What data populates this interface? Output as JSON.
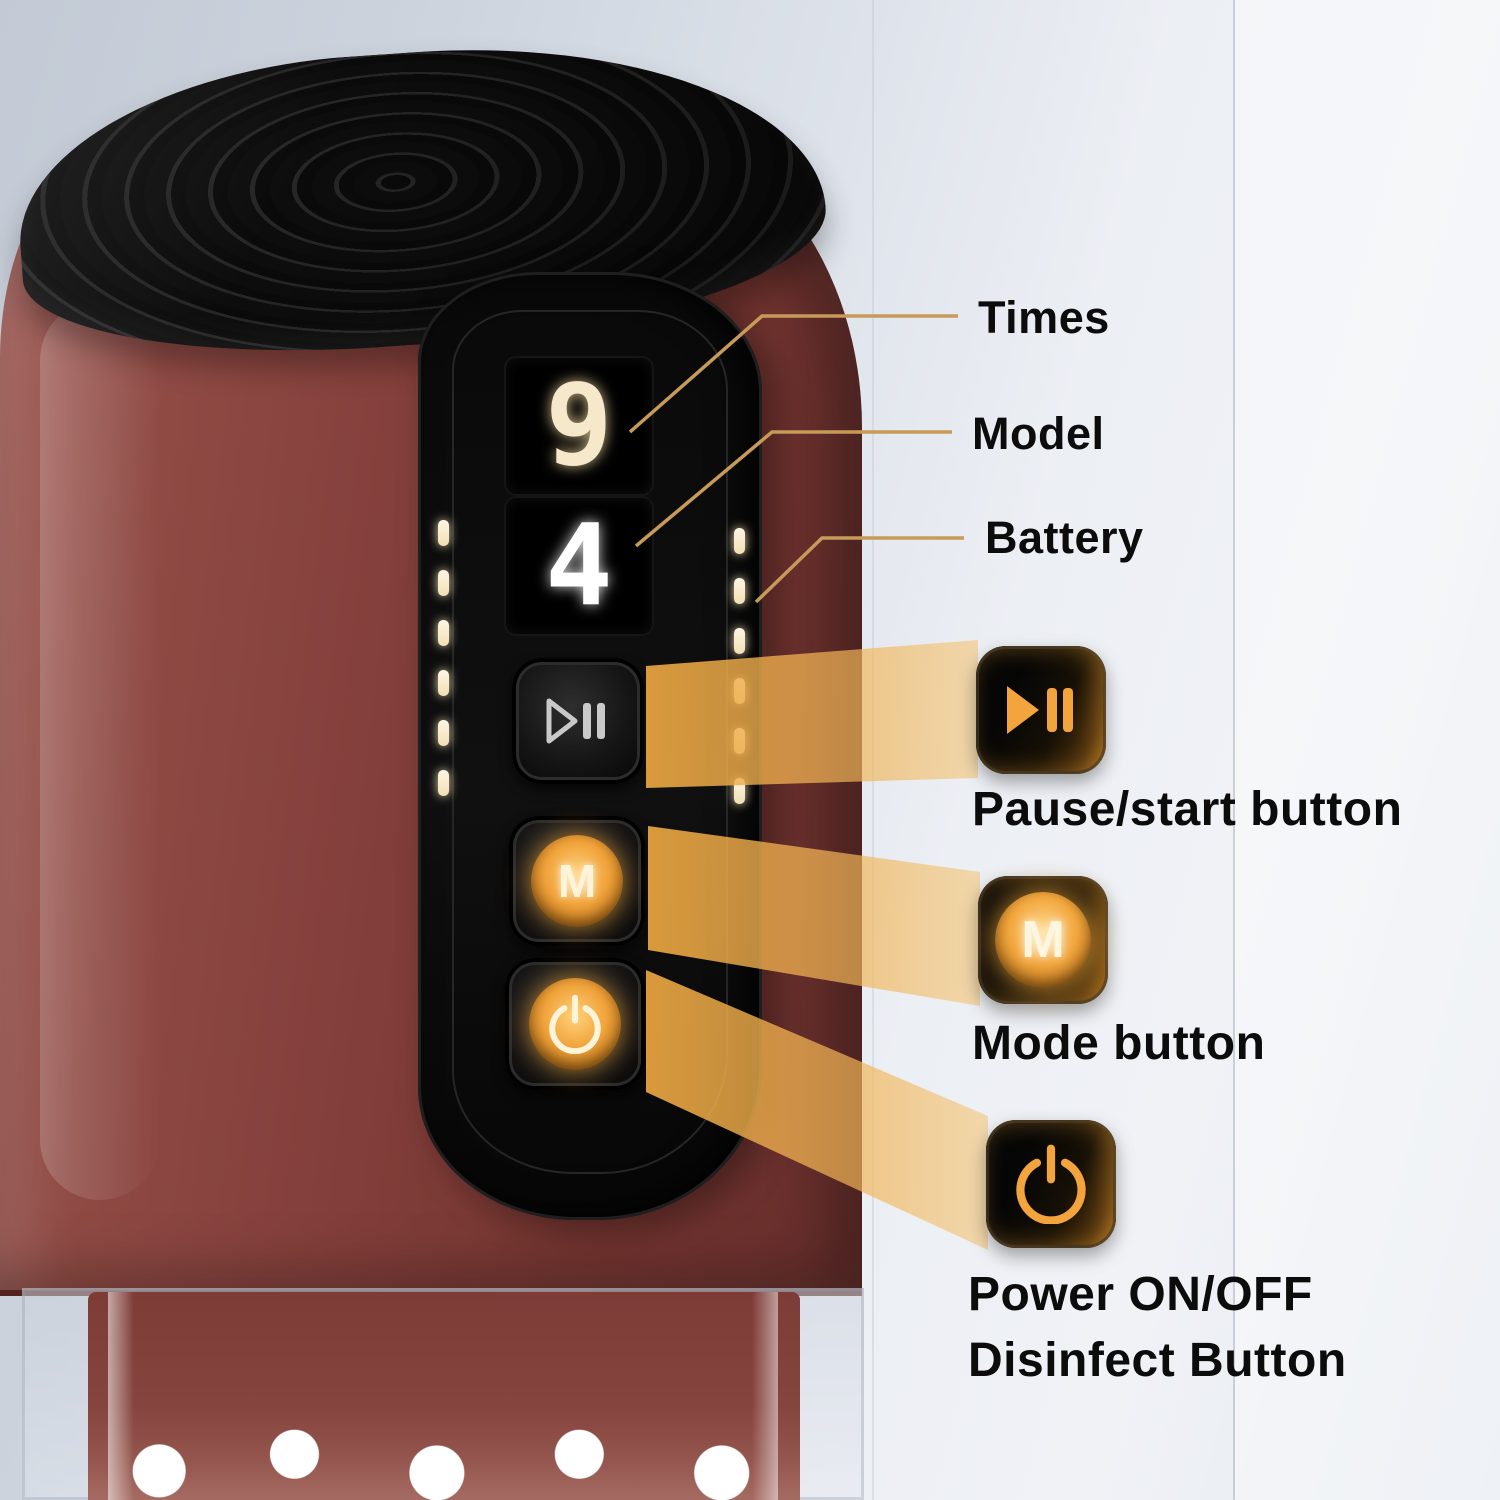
{
  "device": {
    "display": {
      "times": "9",
      "model": "4"
    },
    "mode_glyph": "M"
  },
  "callouts": {
    "times": "Times",
    "model": "Model",
    "battery": "Battery",
    "pause": "Pause/start button",
    "mode": "Mode button",
    "power_line1": "Power ON/OFF",
    "power_line2": "Disinfect Button"
  },
  "colors": {
    "accent_orange": "#f0a43c",
    "body_red": "#8a4540",
    "led_cream": "#f7ecd4",
    "label_black": "#0c0c0c"
  }
}
